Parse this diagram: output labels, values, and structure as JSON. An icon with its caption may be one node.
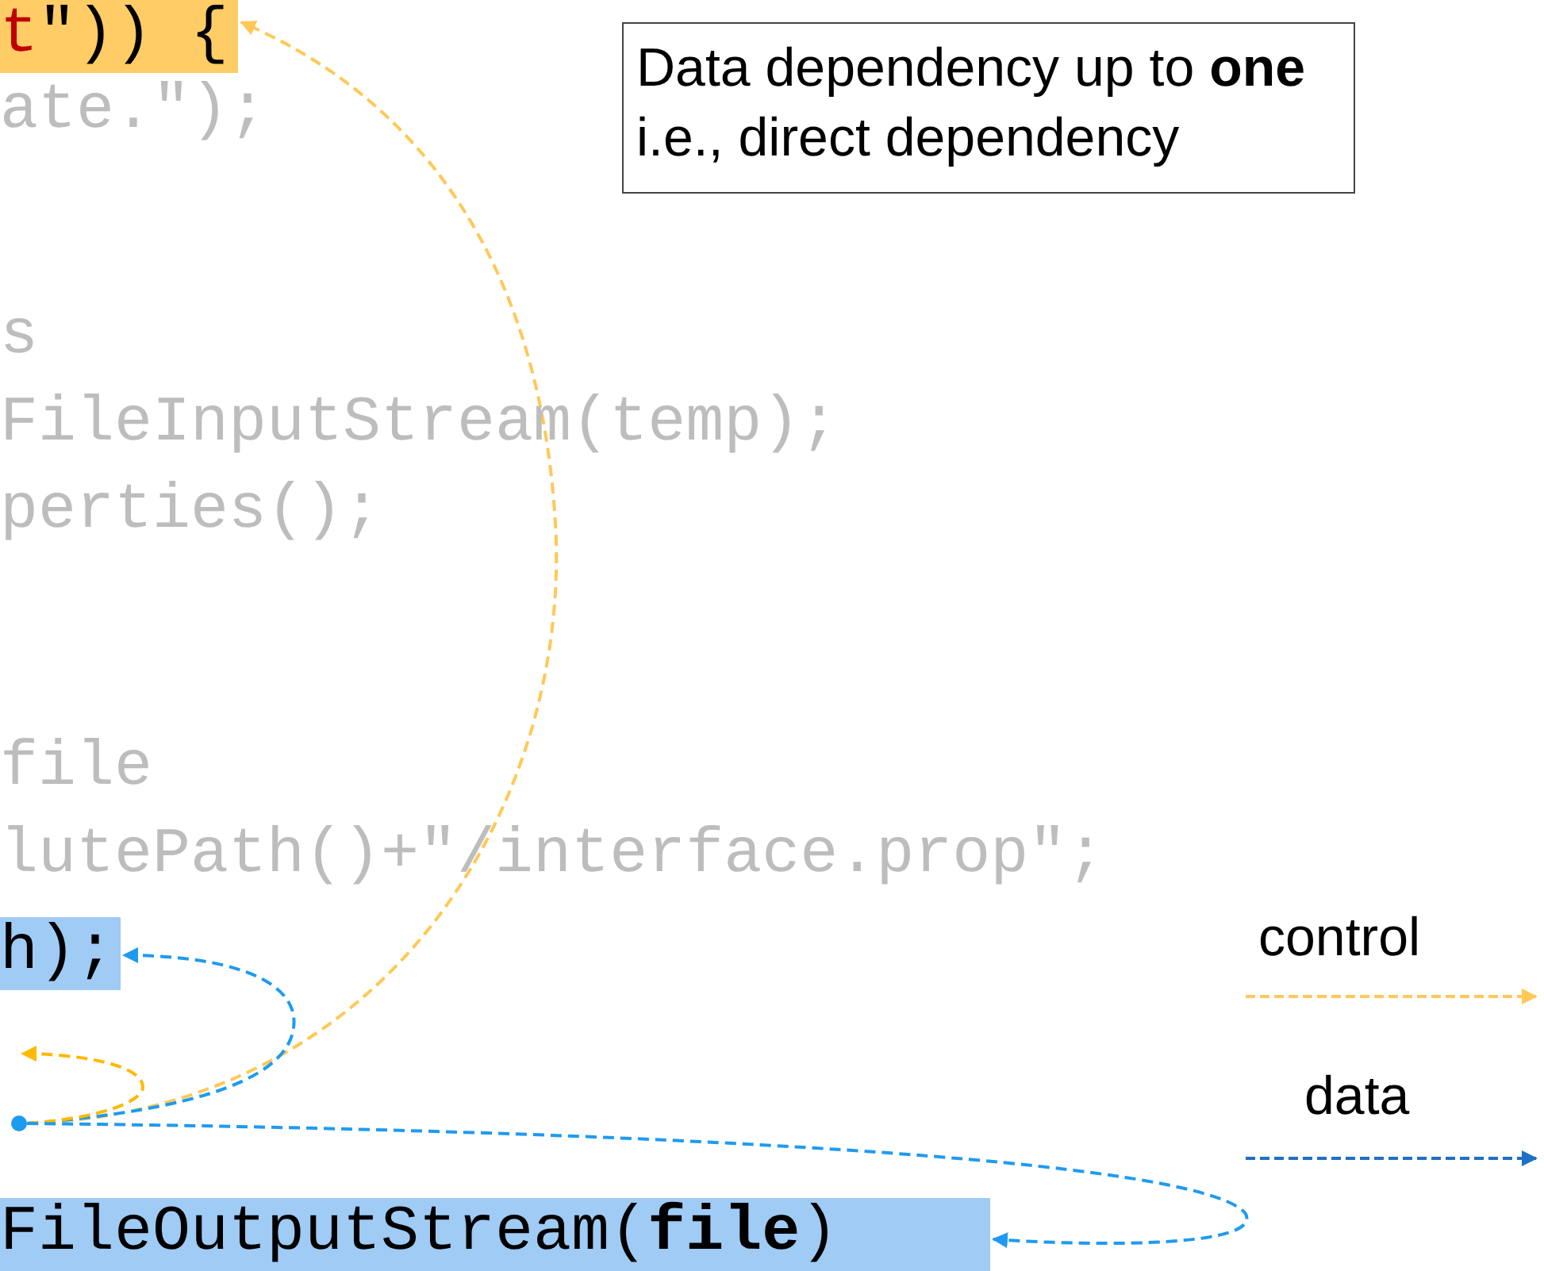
{
  "diagram": {
    "nodes": [
      {
        "text": [
          "t\")) {"
        ]
      },
      {
        "text": [
          "h);"
        ]
      },
      {
        "text": [
          "FileOutputStream(**file**)"
        ]
      },
      {
        "text": [
          "Data dependency up to **one** i.e., direct dependency"
        ]
      },
      {
        "text": [],
        "shape": "circle"
      }
    ],
    "edges": [
      {
        "from": 4,
        "to": 0,
        "arrow": "to",
        "style": "dashed",
        "color": "#ffc857"
      },
      {
        "from": 4,
        "to": 1,
        "arrow": "to",
        "style": "dashed",
        "color": "#1e9bf0"
      },
      {
        "from": 4,
        "to": null,
        "arrow": "to",
        "style": "dashed",
        "color": "#ffb900"
      },
      {
        "from": 4,
        "to": 2,
        "arrow": "to",
        "style": "dashed",
        "color": "#1e9bf0"
      }
    ],
    "labels": [
      "ate.\");",
      "s",
      "FileInputStream(temp);",
      "perties();",
      "file",
      "lutePath()+\"/interface.prop\";"
    ],
    "legend": [
      {
        "text": "control"
      },
      {
        "text": "data"
      }
    ]
  }
}
